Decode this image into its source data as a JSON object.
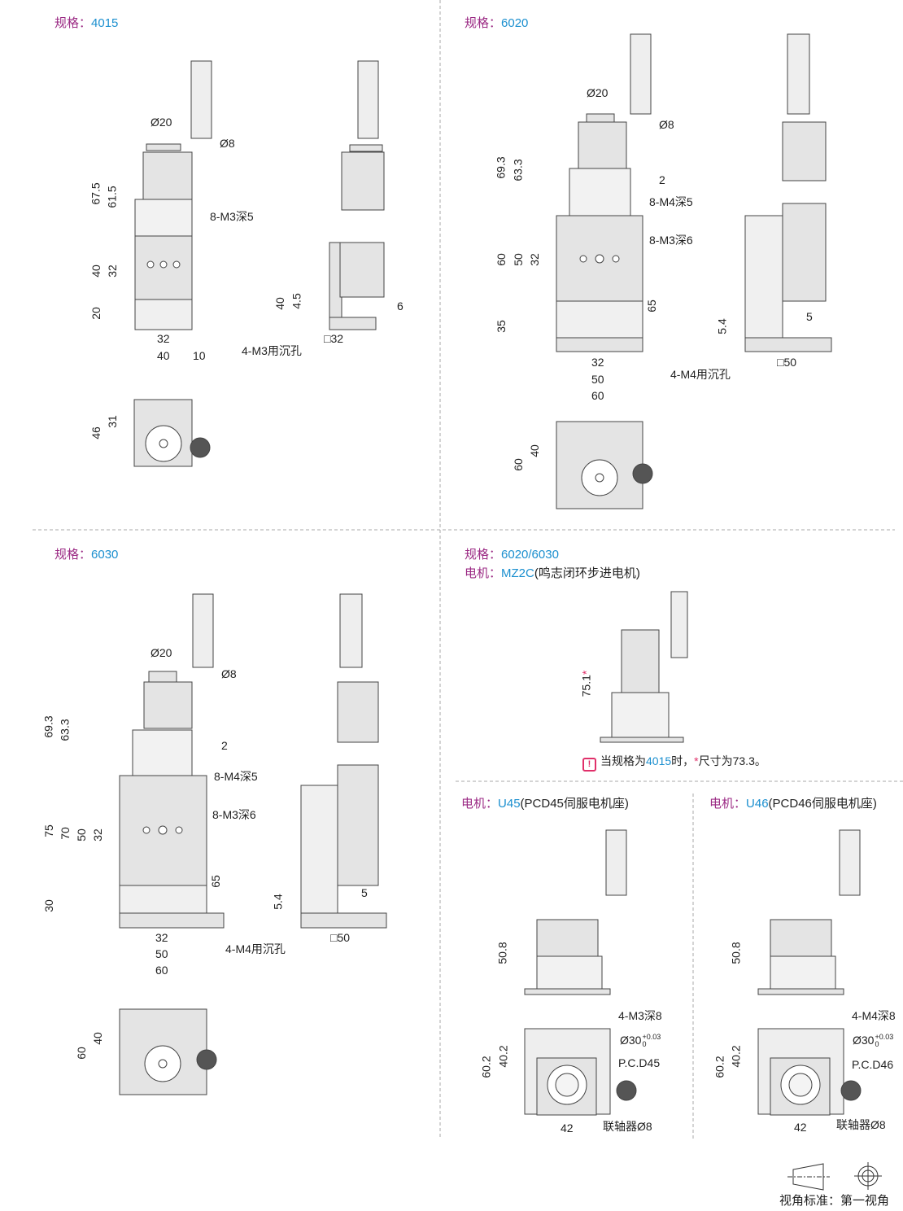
{
  "colors": {
    "label": "#9b2a84",
    "value": "#1b8fcf",
    "note": "#e0306a",
    "drawing_fill": "#e4e4e4",
    "drawing_stroke": "#444444"
  },
  "s4015": {
    "spec_label": "规格：",
    "spec_value": "4015",
    "dims": [
      "Ø20",
      "Ø8",
      "67.5",
      "61.5",
      "8-M3深5",
      "40",
      "32",
      "20",
      "32",
      "40",
      "10",
      "40",
      "4.5",
      "6",
      "4-M3用沉孔",
      "□32",
      "46",
      "31"
    ]
  },
  "s6020": {
    "spec_label": "规格：",
    "spec_value": "6020",
    "dims": [
      "Ø20",
      "Ø8",
      "69.3",
      "63.3",
      "2",
      "8-M4深5",
      "8-M3深6",
      "60",
      "50",
      "32",
      "65",
      "35",
      "32",
      "50",
      "60",
      "5.4",
      "5",
      "□50",
      "4-M4用沉孔",
      "60",
      "40"
    ]
  },
  "s6030": {
    "spec_label": "规格：",
    "spec_value": "6030",
    "dims": [
      "Ø20",
      "Ø8",
      "69.3",
      "63.3",
      "2",
      "8-M4深5",
      "8-M3深6",
      "75",
      "70",
      "50",
      "32",
      "65",
      "30",
      "32",
      "50",
      "60",
      "5.4",
      "5",
      "4-M4用沉孔",
      "□50",
      "60",
      "40"
    ]
  },
  "mz2c": {
    "spec_label": "规格：",
    "spec_value": "6020/6030",
    "motor_label": "电机：",
    "motor_value": "MZ2C",
    "motor_desc": "(鸣志闭环步进电机)",
    "dim": "75.1",
    "asterisk": "*",
    "note": {
      "icon": "!",
      "p1": "当规格为",
      "spec": "4015",
      "p2": "时，",
      "asterisk": "*",
      "p3": "尺寸为73.3。"
    }
  },
  "u45": {
    "motor_label": "电机：",
    "motor_value": "U45",
    "motor_desc": "(PCD45伺服电机座)",
    "dims": {
      "height": "50.8",
      "tap": "4-M3深8",
      "bore": "Ø30",
      "tol_upper": "+0.03",
      "tol_lower": "0",
      "pcd": "P.C.D45",
      "h1": "60.2",
      "h2": "40.2",
      "width": "42",
      "coupling": "联轴器Ø8"
    }
  },
  "u46": {
    "motor_label": "电机：",
    "motor_value": "U46",
    "motor_desc": "(PCD46伺服电机座)",
    "dims": {
      "height": "50.8",
      "tap": "4-M4深8",
      "bore": "Ø30",
      "tol_upper": "+0.03",
      "tol_lower": "0",
      "pcd": "P.C.D46",
      "h1": "60.2",
      "h2": "40.2",
      "width": "42",
      "coupling": "联轴器Ø8"
    }
  },
  "footer": {
    "projection": "视角标准：第一视角"
  }
}
